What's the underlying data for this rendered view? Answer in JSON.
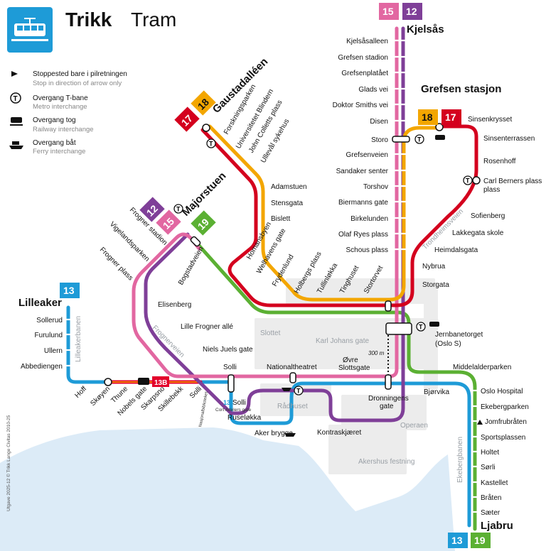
{
  "header": {
    "title_bold": "Trikk",
    "title_light": "Tram",
    "icon": "tram-icon"
  },
  "colors": {
    "l11": "#e4332e",
    "l12": "#7f3f98",
    "l13": "#1e9bd7",
    "l15": "#e267a1",
    "l17": "#d4001e",
    "l18": "#f3a600",
    "l19": "#5bb033",
    "l13B": "#e3002b",
    "water": "#dcebf7",
    "city": "#ececec"
  },
  "legend": [
    {
      "icon": "arrow-icon",
      "no": "Stoppested bare i pilretningen",
      "en": "Stop in direction of arrow only"
    },
    {
      "icon": "metro-icon",
      "no": "Overgang T-bane",
      "en": "Metro interchange"
    },
    {
      "icon": "train-icon",
      "no": "Overgang tog",
      "en": "Railway interchange"
    },
    {
      "icon": "ferry-icon",
      "no": "Overgang båt",
      "en": "Ferry interchange"
    }
  ],
  "terminals": {
    "kjelsas": "Kjelsås",
    "gaustad": "Gaustadalléen",
    "grefsen": "Grefsen stasjon",
    "majorstuen": "Majorstuen",
    "lilleaker": "Lilleaker",
    "ljabru": "Ljabru"
  },
  "badges": [
    "15",
    "12",
    "17",
    "18",
    "18",
    "17",
    "12",
    "15",
    "19",
    "13",
    "13B",
    "13",
    "19"
  ],
  "stations": {
    "kjelsas_line": [
      "Kjelsåsalleen",
      "Grefsen stadion",
      "Grefsenplatået",
      "Glads vei",
      "Doktor Smiths vei",
      "Disen",
      "Storo",
      "Grefsenveien",
      "Sandaker senter",
      "Torshov",
      "Biermanns gate",
      "Birkelunden",
      "Olaf Ryes plass",
      "Schous plass"
    ],
    "gaustad_line_rot": [
      "Forskningsparken",
      "Universitetet Blindern",
      "John Colletts plass",
      "Ullevål sykehus"
    ],
    "gaustad_line": [
      "Adamstuen",
      "Stensgata",
      "Bislett"
    ],
    "grefsen_line": [
      "Sinsenkrysset",
      "Sinsenterrassen",
      "Rosenhoff",
      "Carl Berners plass",
      "Sofienberg",
      "Lakkegata skole",
      "Heimdalsgata",
      "Nybrua",
      "Storgata"
    ],
    "center_rot": [
      "Homansbyen",
      "Welhavens gate",
      "Frydenlund",
      "Holbergs plass",
      "Tullinløkka",
      "Tinghuset",
      "Stortorvet",
      "Bogstadveien",
      "Frogner stadion",
      "Vigelandsparken",
      "Frogner plass"
    ],
    "west": [
      "Elisenberg",
      "Lille Frogner allé",
      "Niels Juels gate",
      "Solli",
      "Nationaltheatret",
      "Øvre",
      "Slottsgate",
      "Dronningens",
      "gate",
      "Rådhuset",
      "Ruseløkka",
      "Aker brygge",
      "Kontraskjæret",
      "Bjørvika",
      "Middelalderparken",
      "Jernbanetorget",
      "(Oslo S)"
    ],
    "lilleaker_line": [
      "Sollerud",
      "Furulund",
      "Ullern",
      "Abbediengen"
    ],
    "lilleaker_rot": [
      "Hoff",
      "Skøyen",
      "Thune",
      "Nobels gate",
      "Skarpsno",
      "Skillebekk",
      "Solli"
    ],
    "solli_note": "Nasjonalbiblioteket",
    "solli_alt": "Solli",
    "solli_alt_note": "Cort Adelers gate",
    "ljabru_line": [
      "Oslo Hospital",
      "Ekebergparken",
      "Jomfrubråten",
      "Sportsplassen",
      "Holtet",
      "Sørli",
      "Kastellet",
      "Bråten",
      "Sæter"
    ]
  },
  "places": {
    "slottet": "Slottet",
    "karljohan": "Karl Johans gate",
    "operaen": "Operaen",
    "akershus": "Akershus festning",
    "lilleakerbanen": "Lilleakerbanen",
    "frognerveien": "Frognerveien",
    "trondheimsveien": "Trondheimsveien",
    "ekebergbanen": "Ekebergbanen",
    "walk": "300 m"
  },
  "edition": "Utgave 2025-12 © Trikk Lange Civitas 2010-25"
}
